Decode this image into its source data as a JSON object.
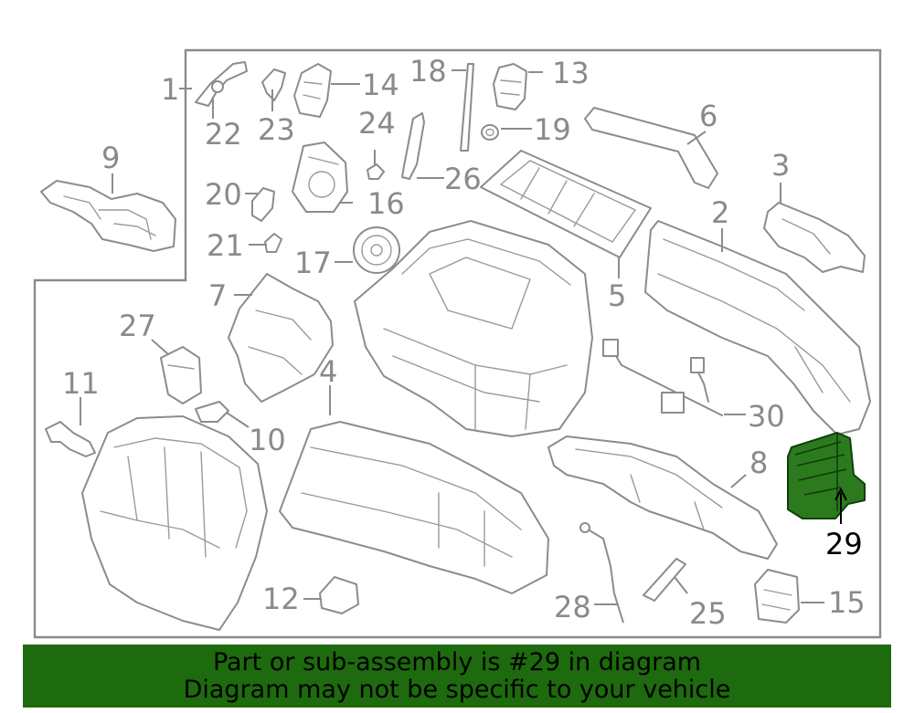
{
  "diagram": {
    "highlight_color": "#2c7a1e",
    "banner_color": "#1e6a0e",
    "callouts": [
      {
        "id": "c1",
        "label": "1"
      },
      {
        "id": "c2",
        "label": "2"
      },
      {
        "id": "c3",
        "label": "3"
      },
      {
        "id": "c4",
        "label": "4"
      },
      {
        "id": "c5",
        "label": "5"
      },
      {
        "id": "c6",
        "label": "6"
      },
      {
        "id": "c7",
        "label": "7"
      },
      {
        "id": "c8",
        "label": "8"
      },
      {
        "id": "c9",
        "label": "9"
      },
      {
        "id": "c10",
        "label": "10"
      },
      {
        "id": "c11",
        "label": "11"
      },
      {
        "id": "c12",
        "label": "12"
      },
      {
        "id": "c13",
        "label": "13"
      },
      {
        "id": "c14",
        "label": "14"
      },
      {
        "id": "c15",
        "label": "15"
      },
      {
        "id": "c16",
        "label": "16"
      },
      {
        "id": "c17",
        "label": "17"
      },
      {
        "id": "c18",
        "label": "18"
      },
      {
        "id": "c19",
        "label": "19"
      },
      {
        "id": "c20",
        "label": "20"
      },
      {
        "id": "c21",
        "label": "21"
      },
      {
        "id": "c22",
        "label": "22"
      },
      {
        "id": "c23",
        "label": "23"
      },
      {
        "id": "c24",
        "label": "24"
      },
      {
        "id": "c25",
        "label": "25"
      },
      {
        "id": "c26",
        "label": "26"
      },
      {
        "id": "c27",
        "label": "27"
      },
      {
        "id": "c28",
        "label": "28"
      },
      {
        "id": "c29",
        "label": "29",
        "highlighted": true
      },
      {
        "id": "c30",
        "label": "30"
      }
    ]
  },
  "banner": {
    "line1": "Part or sub-assembly is #29 in diagram",
    "line2": "Diagram may not be specific to your vehicle"
  }
}
